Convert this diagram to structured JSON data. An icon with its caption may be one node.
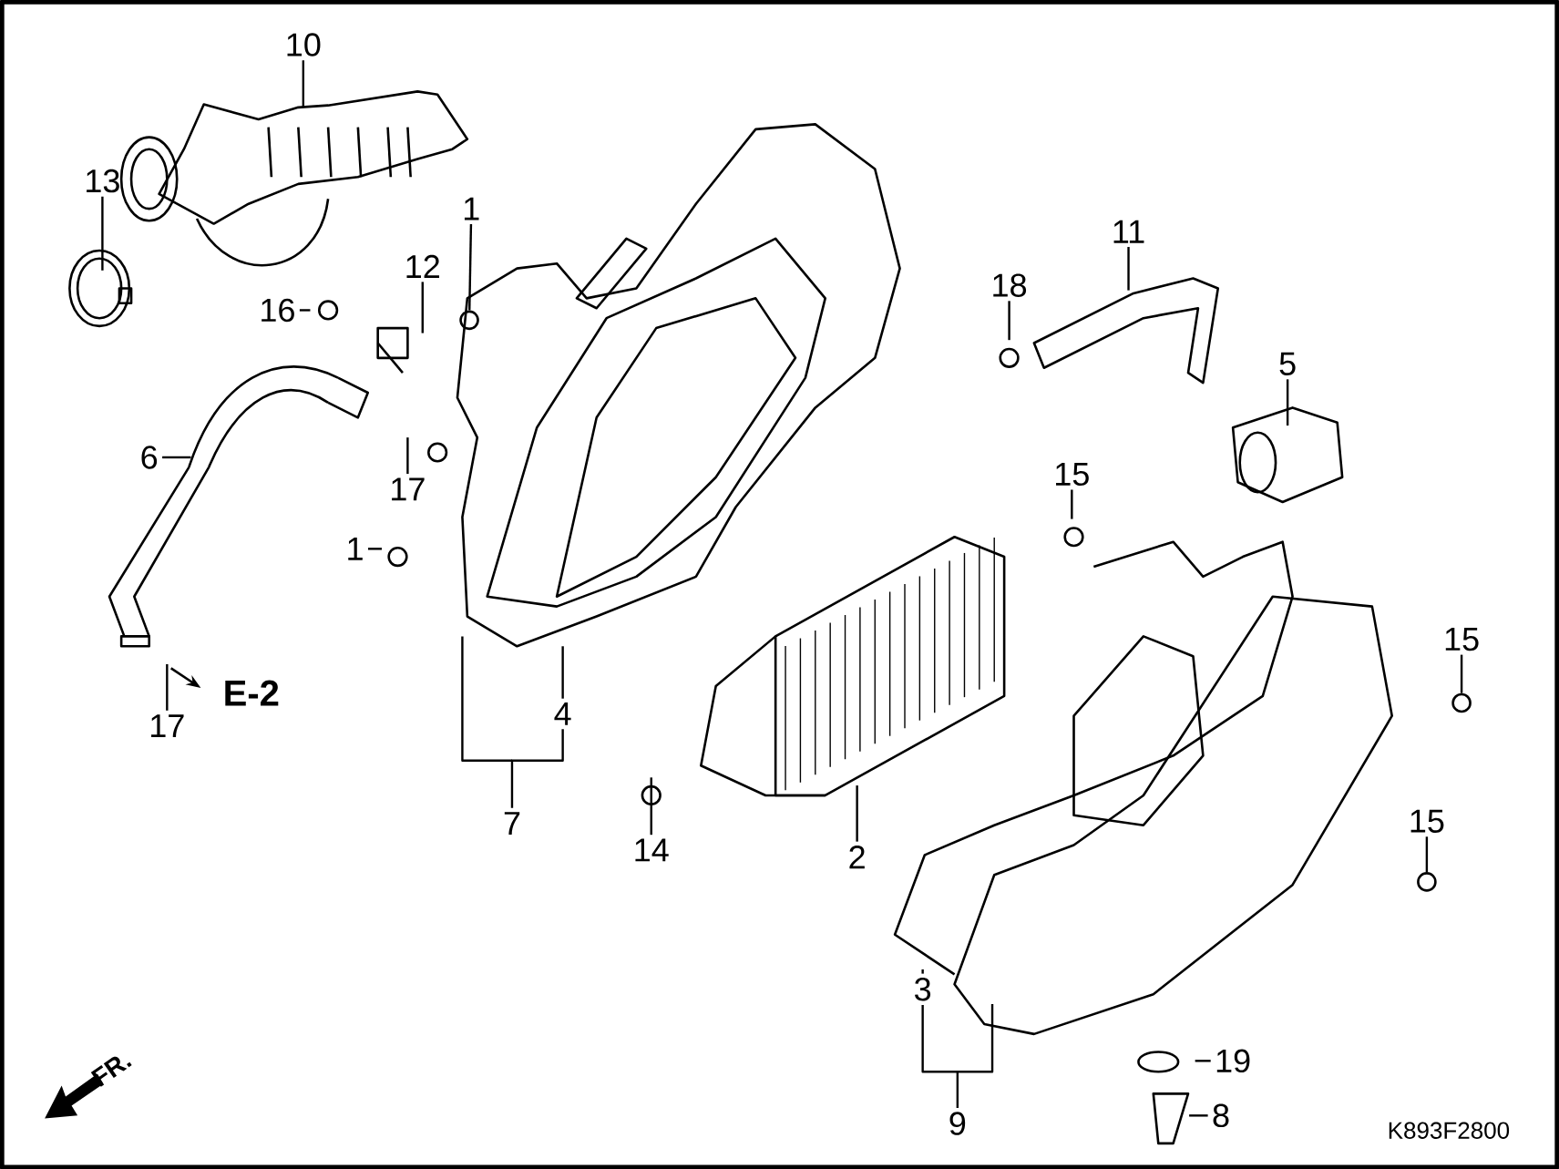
{
  "diagram": {
    "nodes": [
      {
        "text": [
          "10"
        ]
      },
      {
        "text": [
          "13"
        ]
      },
      {
        "text": [
          "1"
        ]
      },
      {
        "text": [
          "16"
        ]
      },
      {
        "text": [
          "12"
        ]
      },
      {
        "text": [
          "6"
        ]
      },
      {
        "text": [
          "17"
        ]
      },
      {
        "text": [
          "1"
        ]
      },
      {
        "text": [
          "17"
        ]
      },
      {
        "text": [
          "4"
        ]
      },
      {
        "text": [
          "7"
        ]
      },
      {
        "text": [
          "14"
        ]
      },
      {
        "text": [
          "2"
        ]
      },
      {
        "text": [
          "18"
        ]
      },
      {
        "text": [
          "11"
        ]
      },
      {
        "text": [
          "5"
        ]
      },
      {
        "text": [
          "15"
        ]
      },
      {
        "text": [
          "15"
        ]
      },
      {
        "text": [
          "15"
        ]
      },
      {
        "text": [
          "3"
        ]
      },
      {
        "text": [
          "9"
        ]
      },
      {
        "text": [
          "19"
        ]
      },
      {
        "text": [
          "8"
        ]
      },
      {
        "text": [],
        "shape": "circle"
      },
      {
        "text": [],
        "shape": "circle"
      },
      {
        "text": [],
        "shape": "circle"
      }
    ],
    "edges": [
      {
        "from": 0,
        "to": null,
        "arrow": "none"
      },
      {
        "from": 1,
        "to": null,
        "arrow": "none"
      },
      {
        "from": 2,
        "to": 23,
        "arrow": "none"
      },
      {
        "from": 3,
        "to": null,
        "arrow": "none"
      },
      {
        "from": 4,
        "to": null,
        "arrow": "none"
      },
      {
        "from": 5,
        "to": null,
        "arrow": "none"
      },
      {
        "from": 6,
        "to": null,
        "arrow": "none"
      },
      {
        "from": 7,
        "to": null,
        "arrow": "none"
      },
      {
        "from": 8,
        "to": null,
        "arrow": "none"
      },
      {
        "from": 9,
        "to": null,
        "arrow": "none"
      },
      {
        "from": 10,
        "to": 9,
        "arrow": "none"
      },
      {
        "from": 11,
        "to": null,
        "arrow": "none"
      },
      {
        "from": 12,
        "to": null,
        "arrow": "none"
      },
      {
        "from": 13,
        "to": null,
        "arrow": "none"
      },
      {
        "from": 14,
        "to": null,
        "arrow": "none"
      },
      {
        "from": 15,
        "to": null,
        "arrow": "none"
      },
      {
        "from": 16,
        "to": null,
        "arrow": "none"
      },
      {
        "from": 17,
        "to": 24,
        "arrow": "none"
      },
      {
        "from": 18,
        "to": 25,
        "arrow": "none"
      },
      {
        "from": 19,
        "to": null,
        "arrow": "none"
      },
      {
        "from": 20,
        "to": 19,
        "arrow": "none"
      },
      {
        "from": 21,
        "to": null,
        "arrow": "none"
      },
      {
        "from": 22,
        "to": null,
        "arrow": "none"
      }
    ],
    "labels": [
      "E-2",
      "FR.",
      "K893F2800"
    ]
  }
}
